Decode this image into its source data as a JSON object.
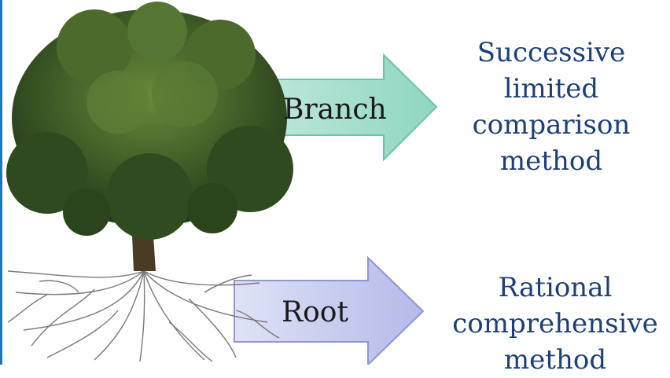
{
  "diagram": {
    "branch": {
      "arrow_label": "Branch",
      "method_lines": [
        "Successive",
        "limited",
        "comparison",
        "method"
      ]
    },
    "root": {
      "arrow_label": "Root",
      "method_lines": [
        "Rational",
        "comprehensive",
        "method"
      ]
    }
  },
  "colors": {
    "branch_arrow_fill": "#a9dfcf",
    "branch_arrow_stroke": "#6cc3aa",
    "root_arrow_fill": "#c9cdee",
    "root_arrow_stroke": "#8f96d3",
    "method_text": "#1c3f79",
    "tree_foliage": "#3e5a26",
    "tree_trunk": "#4a3c24",
    "roots": "#6b6b6b",
    "left_edge": "#1f78b4"
  },
  "icons": {
    "tree": "tree-illustration",
    "branch_arrow": "right-arrow-icon",
    "root_arrow": "right-arrow-icon"
  }
}
